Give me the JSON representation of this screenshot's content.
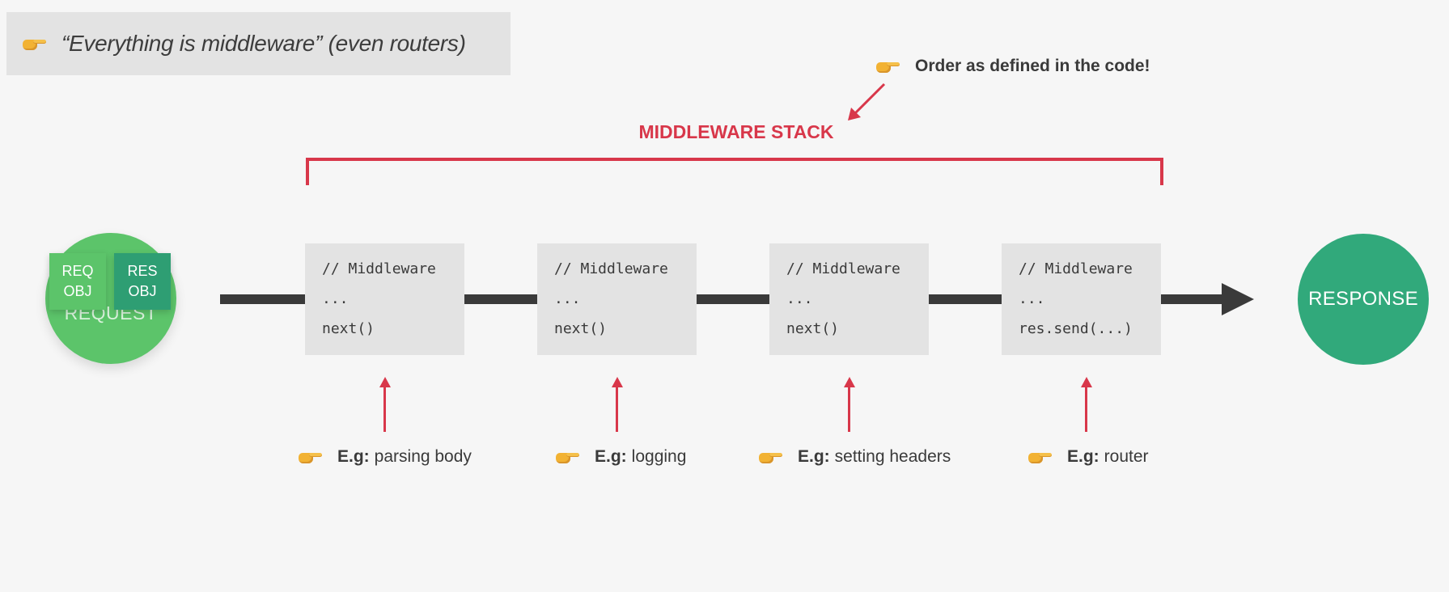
{
  "title": "“Everything is middleware”  (even routers)",
  "order_note": "Order as defined in the code!",
  "stack_label": "MIDDLEWARE STACK",
  "request": {
    "label": "REQUEST",
    "req_obj": [
      "REQ",
      "OBJ"
    ],
    "res_obj": [
      "RES",
      "OBJ"
    ]
  },
  "response": {
    "label": "RESPONSE"
  },
  "middlewares": [
    {
      "lines": [
        "// Middleware",
        "...",
        "next()"
      ]
    },
    {
      "lines": [
        "// Middleware",
        "...",
        "next()"
      ]
    },
    {
      "lines": [
        "// Middleware",
        "...",
        "next()"
      ]
    },
    {
      "lines": [
        "// Middleware",
        "...",
        "res.send(...)"
      ]
    }
  ],
  "examples": [
    {
      "prefix": "E.g:",
      "text": "parsing body"
    },
    {
      "prefix": "E.g:",
      "text": "logging"
    },
    {
      "prefix": "E.g:",
      "text": "setting headers"
    },
    {
      "prefix": "E.g:",
      "text": "router"
    }
  ],
  "colors": {
    "accent_red": "#d8374a",
    "request_green": "#5cc46a",
    "response_green": "#31a97b",
    "dark": "#3a3a3a",
    "box_gray": "#e3e3e3"
  },
  "icons": [
    "pointing-hand-icon",
    "arrow-icon"
  ]
}
